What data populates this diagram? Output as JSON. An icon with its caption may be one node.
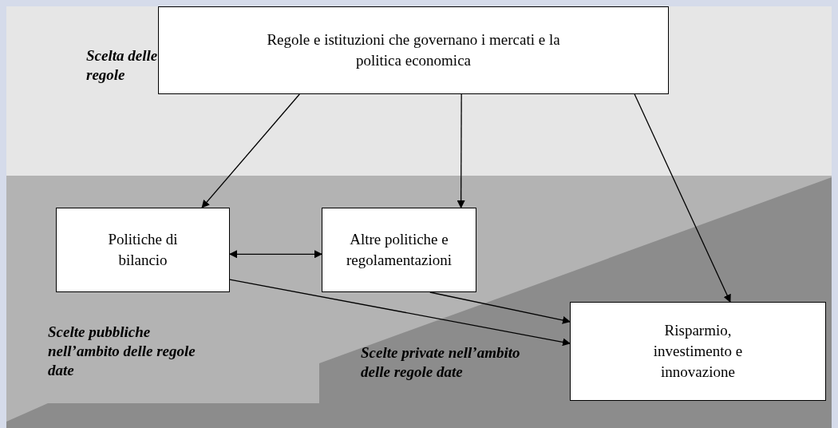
{
  "diagram": {
    "nodes": [
      {
        "text": [
          "Regole e istituzioni che governano i mercati e la politica economica"
        ]
      },
      {
        "text": [
          "Politiche di bilancio"
        ]
      },
      {
        "text": [
          "Altre politiche e regolamentazioni"
        ]
      },
      {
        "text": [
          "Risparmio, investimento e innovazione"
        ]
      }
    ],
    "edges": [
      {
        "from": 0,
        "to": 1,
        "arrow": "to"
      },
      {
        "from": 0,
        "to": 2,
        "arrow": "to"
      },
      {
        "from": 0,
        "to": 3,
        "arrow": "to"
      },
      {
        "from": 1,
        "to": 2,
        "arrow": "both"
      },
      {
        "from": 1,
        "to": 3,
        "arrow": "to"
      },
      {
        "from": 2,
        "to": 3,
        "arrow": "to"
      }
    ],
    "labels": [
      "Scelta delle regole",
      "Scelte pubbliche nell’ambito delle regole date",
      "Scelte private nell’ambito delle regole date"
    ]
  }
}
